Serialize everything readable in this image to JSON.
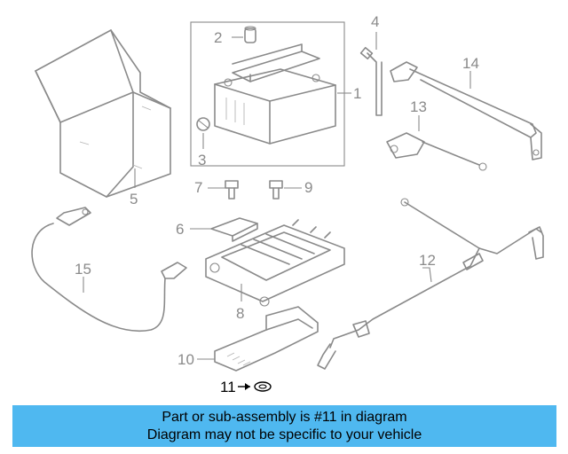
{
  "callouts": [
    {
      "id": "1",
      "highlighted": false
    },
    {
      "id": "2",
      "highlighted": false
    },
    {
      "id": "3",
      "highlighted": false
    },
    {
      "id": "4",
      "highlighted": false
    },
    {
      "id": "5",
      "highlighted": false
    },
    {
      "id": "6",
      "highlighted": false
    },
    {
      "id": "7",
      "highlighted": false
    },
    {
      "id": "8",
      "highlighted": false
    },
    {
      "id": "9",
      "highlighted": false
    },
    {
      "id": "10",
      "highlighted": false
    },
    {
      "id": "11",
      "highlighted": true
    },
    {
      "id": "12",
      "highlighted": false
    },
    {
      "id": "13",
      "highlighted": false
    },
    {
      "id": "14",
      "highlighted": false
    },
    {
      "id": "15",
      "highlighted": false
    }
  ],
  "banner": {
    "line1": "Part or sub-assembly is #11 in diagram",
    "line2": "Diagram may not be specific to your vehicle",
    "background": "#4fb8f0"
  },
  "colors": {
    "line": "#8a8a8a",
    "highlight": "#000000"
  }
}
